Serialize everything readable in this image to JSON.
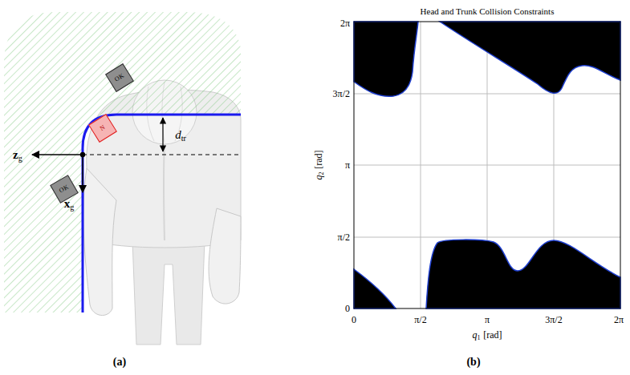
{
  "diagram": {
    "nodes": [
      {
        "text": [
          "OK"
        ]
      },
      {
        "text": [
          "N"
        ]
      },
      {
        "text": [
          "OK"
        ]
      }
    ],
    "labels": [
      "Head and Trunk Collision Constraints",
      "z",
      "g",
      "x",
      "g",
      "d",
      "tr",
      "(a)",
      "(b)",
      "0",
      "π/2",
      "π",
      "3π/2",
      "2π",
      "0",
      "π/2",
      "π",
      "3π/2",
      "2π",
      "q",
      "1",
      "[rad]",
      "q",
      "2",
      "[rad]"
    ]
  }
}
